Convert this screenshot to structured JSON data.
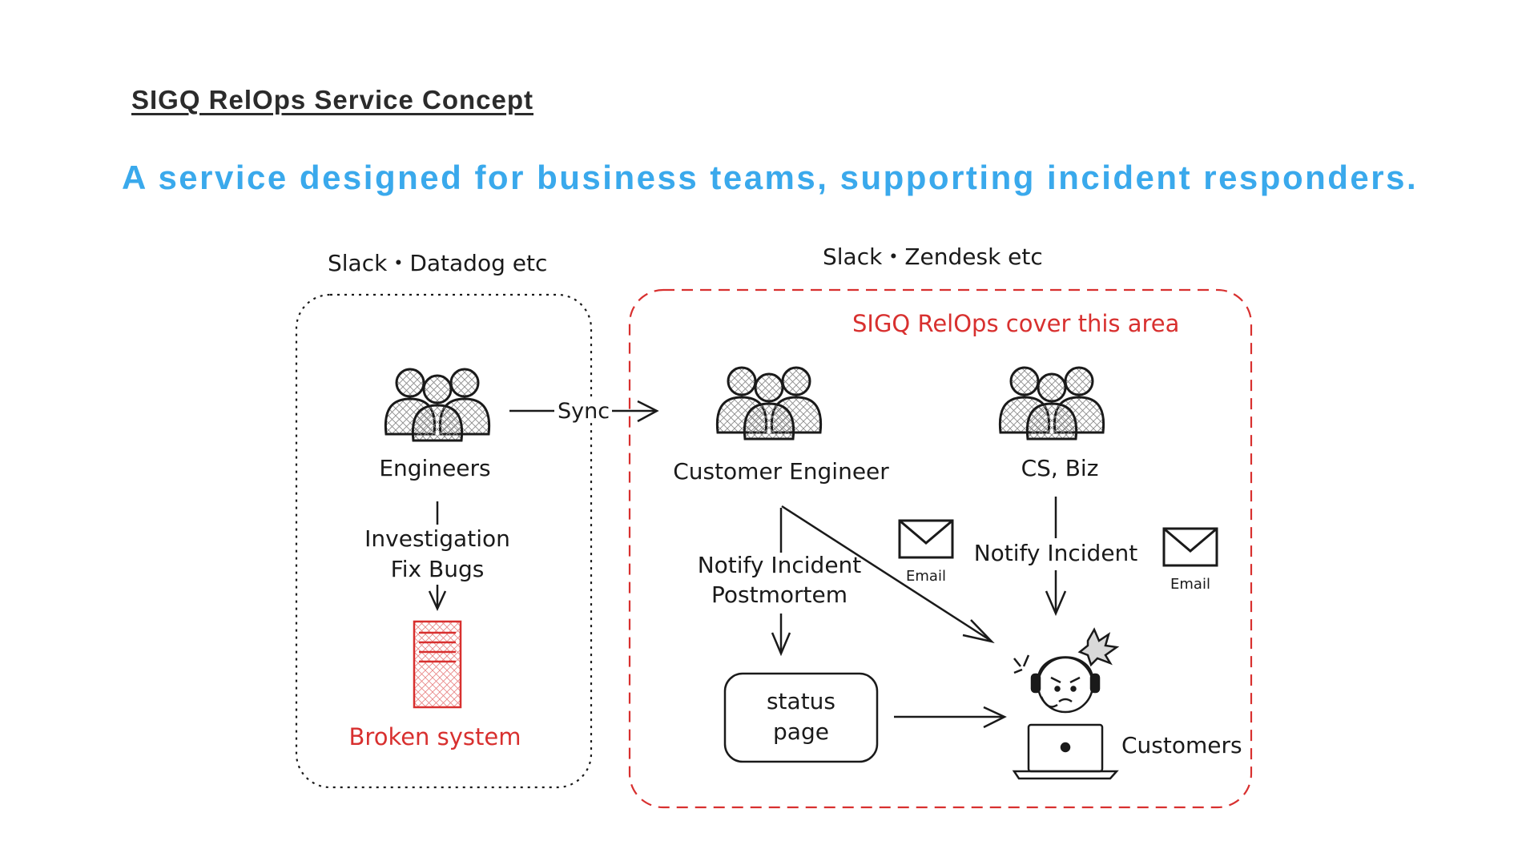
{
  "header": {
    "title": "SIGQ RelOps Service Concept",
    "subtitle": "A service designed for business teams, supporting incident responders."
  },
  "diagram": {
    "left_area_label": "Slack・Datadog etc",
    "right_area_label": "Slack・Zendesk etc",
    "coverage_label": "SIGQ RelOps cover this area",
    "sync_label": "Sync",
    "engineers_label": "Engineers",
    "investigation_label": "Investigation",
    "fix_bugs_label": "Fix Bugs",
    "broken_system_label": "Broken system",
    "customer_engineer_label": "Customer Engineer",
    "cs_biz_label": "CS, Biz",
    "notify_incident_left": "Notify Incident",
    "postmortem_label": "Postmortem",
    "notify_incident_right": "Notify Incident",
    "email_label_left": "Email",
    "email_label_right": "Email",
    "status_page_line1": "status",
    "status_page_line2": "page",
    "customers_label": "Customers"
  },
  "colors": {
    "accent_blue": "#3aa9ec",
    "alert_red": "#d8302f",
    "ink": "#1a1a1a"
  }
}
